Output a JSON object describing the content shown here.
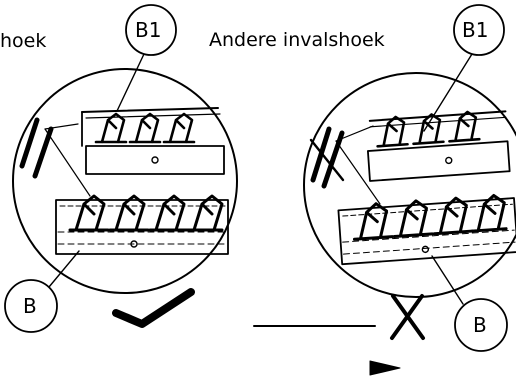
{
  "labels": {
    "left_caption_fragment": "hoek",
    "right_caption": "Andere invalshoek",
    "left_top_callout": "B1",
    "right_top_callout": "B1",
    "left_bottom_callout": "B",
    "right_bottom_callout": "B"
  },
  "marks": {
    "left_check": "check-mark",
    "right_cross": "cross-mark",
    "direction_arrow": "arrow-right"
  },
  "colors": {
    "ink": "#000000",
    "paper": "#ffffff"
  }
}
